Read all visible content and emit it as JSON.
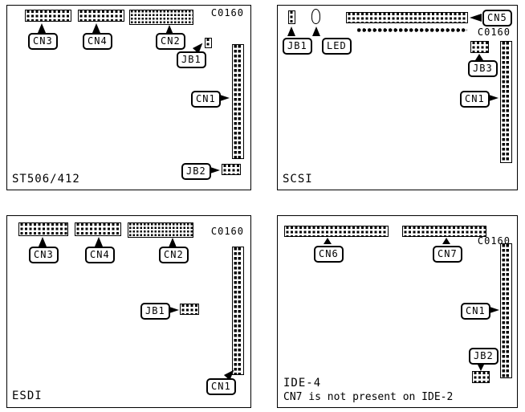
{
  "panels": [
    {
      "caption": "ST506/412",
      "code": "C0160",
      "labels": {
        "cn3": "CN3",
        "cn4": "CN4",
        "cn2": "CN2",
        "jb1": "JB1",
        "cn1": "CN1",
        "jb2": "JB2"
      }
    },
    {
      "caption": "SCSI",
      "code": "C0160",
      "labels": {
        "jb1": "JB1",
        "led": "LED",
        "cn5": "CN5",
        "jb3": "JB3",
        "cn1": "CN1"
      }
    },
    {
      "caption": "ESDI",
      "code": "C0160",
      "labels": {
        "cn3": "CN3",
        "cn4": "CN4",
        "cn2": "CN2",
        "jb1": "JB1",
        "cn1": "CN1"
      }
    },
    {
      "caption": "IDE-4",
      "code": "C0160",
      "note": "CN7 is not present on IDE-2",
      "labels": {
        "cn6": "CN6",
        "cn7": "CN7",
        "cn1": "CN1",
        "jb2": "JB2"
      }
    }
  ]
}
